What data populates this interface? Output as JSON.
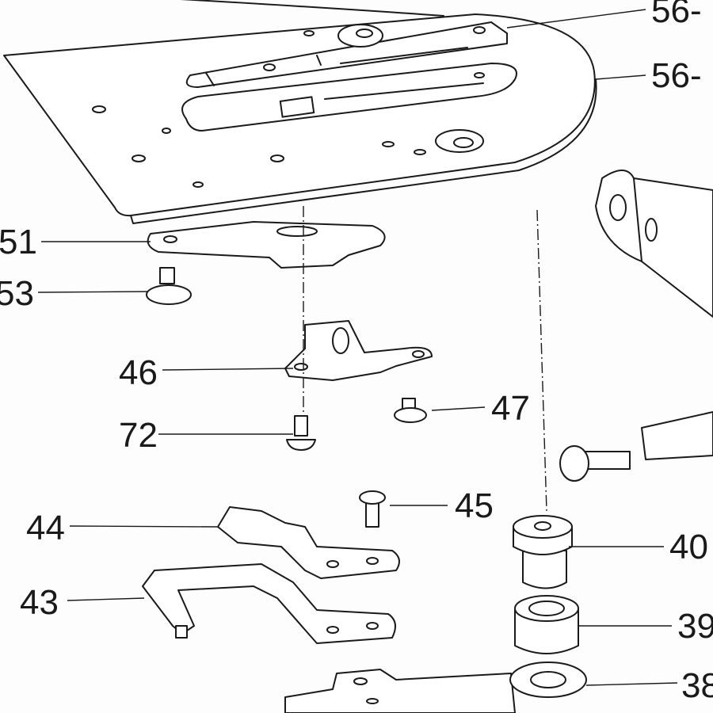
{
  "diagram": {
    "title": "Needle plate and feed assembly exploded view",
    "callouts": [
      {
        "id": "throat-plate-top",
        "text": "56-"
      },
      {
        "id": "throat-plate",
        "text": "56-"
      },
      {
        "id": "part-51",
        "text": "51"
      },
      {
        "id": "part-53",
        "text": "53"
      },
      {
        "id": "part-46",
        "text": "46"
      },
      {
        "id": "part-47",
        "text": "47"
      },
      {
        "id": "part-72",
        "text": "72"
      },
      {
        "id": "part-45",
        "text": "45"
      },
      {
        "id": "part-44",
        "text": "44"
      },
      {
        "id": "part-43",
        "text": "43"
      },
      {
        "id": "part-40",
        "text": "40"
      },
      {
        "id": "part-39",
        "text": "39"
      },
      {
        "id": "part-38",
        "text": "38"
      }
    ]
  }
}
